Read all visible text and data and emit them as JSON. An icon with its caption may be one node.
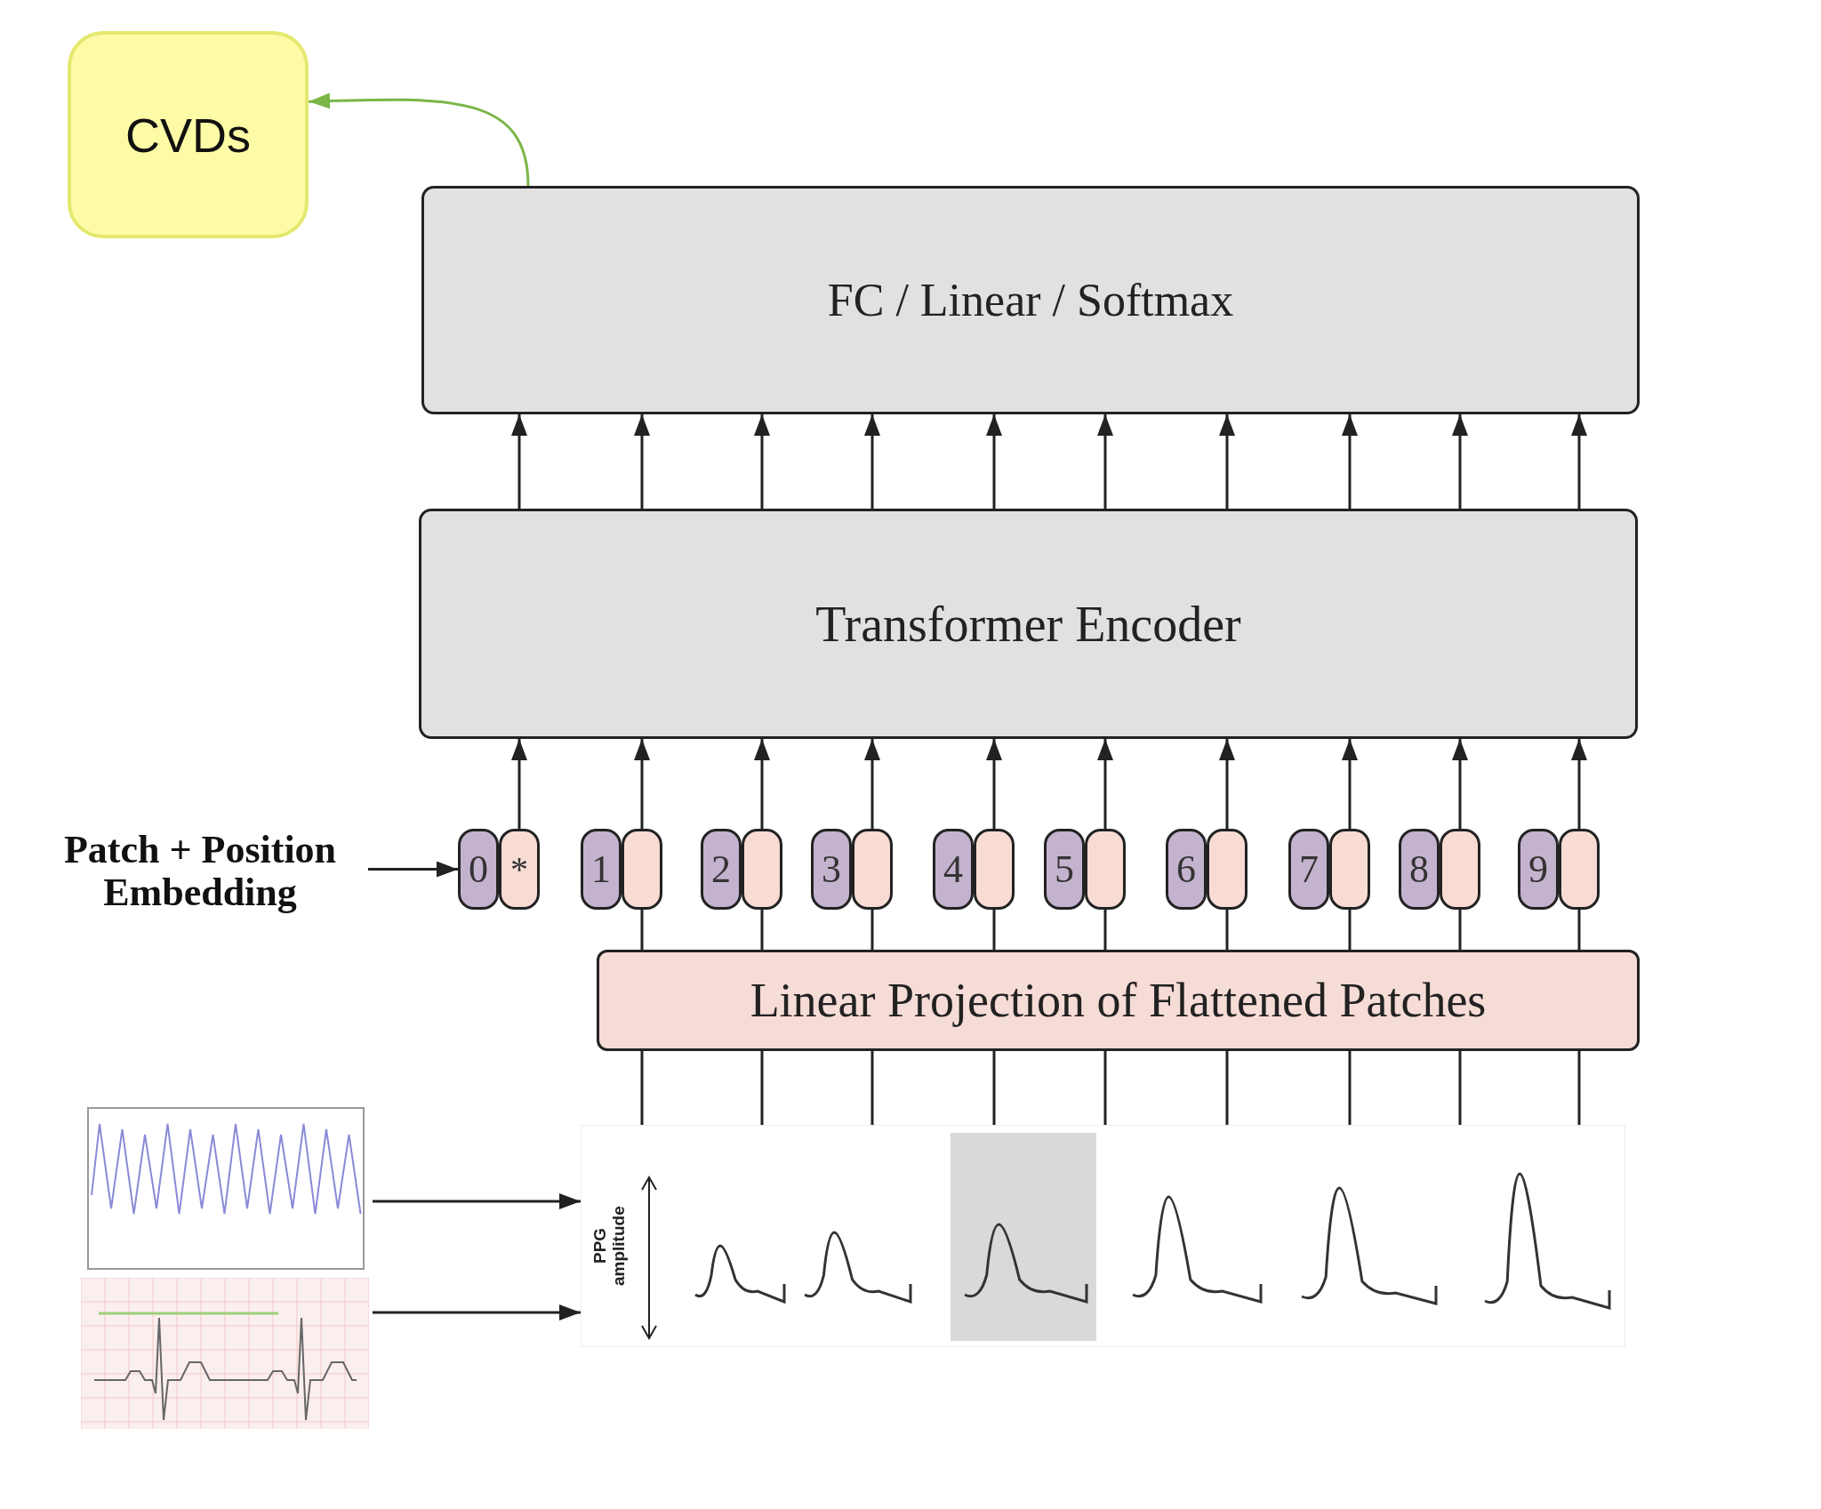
{
  "diagram": {
    "nodes": [
      {
        "text": [
          "CVDs"
        ]
      },
      {
        "text": [
          "FC / Linear / Softmax"
        ]
      },
      {
        "text": [
          "Transformer Encoder"
        ]
      },
      {
        "text": [
          "Patch + Position Embedding"
        ]
      },
      {
        "text": [
          "0"
        ]
      },
      {
        "text": [
          "*"
        ]
      },
      {
        "text": [
          "1"
        ]
      },
      {
        "text": [],
        "shape": "box"
      },
      {
        "text": [
          "2"
        ]
      },
      {
        "text": [],
        "shape": "box"
      },
      {
        "text": [
          "3"
        ]
      },
      {
        "text": [],
        "shape": "box"
      },
      {
        "text": [
          "4"
        ]
      },
      {
        "text": [],
        "shape": "box"
      },
      {
        "text": [
          "5"
        ]
      },
      {
        "text": [],
        "shape": "box"
      },
      {
        "text": [
          "6"
        ]
      },
      {
        "text": [],
        "shape": "box"
      },
      {
        "text": [
          "7"
        ]
      },
      {
        "text": [],
        "shape": "box"
      },
      {
        "text": [
          "8"
        ]
      },
      {
        "text": [],
        "shape": "box"
      },
      {
        "text": [
          "9"
        ]
      },
      {
        "text": [],
        "shape": "box"
      },
      {
        "text": [
          "Linear Projection of Flattened Patches"
        ]
      },
      {
        "text": [],
        "shape": "picture"
      },
      {
        "text": [],
        "shape": "picture"
      },
      {
        "text": [
          "PPG amplitude"
        ]
      }
    ],
    "edges": [
      {
        "from": 1,
        "to": 0,
        "arrow": "to",
        "color": "#7ab648"
      },
      {
        "from": 2,
        "to": 1,
        "arrow": "to"
      },
      {
        "from": 2,
        "to": 1,
        "arrow": "to"
      },
      {
        "from": 2,
        "to": 1,
        "arrow": "to"
      },
      {
        "from": 2,
        "to": 1,
        "arrow": "to"
      },
      {
        "from": 2,
        "to": 1,
        "arrow": "to"
      },
      {
        "from": 2,
        "to": 1,
        "arrow": "to"
      },
      {
        "from": 2,
        "to": 1,
        "arrow": "to"
      },
      {
        "from": 2,
        "to": 1,
        "arrow": "to"
      },
      {
        "from": 2,
        "to": 1,
        "arrow": "to"
      },
      {
        "from": 2,
        "to": 1,
        "arrow": "to"
      },
      {
        "from": 5,
        "to": 2,
        "arrow": "to"
      },
      {
        "from": 7,
        "to": 2,
        "arrow": "to"
      },
      {
        "from": 9,
        "to": 2,
        "arrow": "to"
      },
      {
        "from": 11,
        "to": 2,
        "arrow": "to"
      },
      {
        "from": 13,
        "to": 2,
        "arrow": "to"
      },
      {
        "from": 15,
        "to": 2,
        "arrow": "to"
      },
      {
        "from": 17,
        "to": 2,
        "arrow": "to"
      },
      {
        "from": 19,
        "to": 2,
        "arrow": "to"
      },
      {
        "from": 21,
        "to": 2,
        "arrow": "to"
      },
      {
        "from": 23,
        "to": 2,
        "arrow": "to"
      },
      {
        "from": 24,
        "to": 7,
        "arrow": "none"
      },
      {
        "from": 24,
        "to": 9,
        "arrow": "none"
      },
      {
        "from": 24,
        "to": 11,
        "arrow": "none"
      },
      {
        "from": 24,
        "to": 13,
        "arrow": "none"
      },
      {
        "from": 24,
        "to": 15,
        "arrow": "none"
      },
      {
        "from": 24,
        "to": 17,
        "arrow": "none"
      },
      {
        "from": 24,
        "to": 19,
        "arrow": "none"
      },
      {
        "from": 24,
        "to": 21,
        "arrow": "none"
      },
      {
        "from": 24,
        "to": 23,
        "arrow": "none"
      },
      {
        "from": 27,
        "to": 24,
        "arrow": "none"
      },
      {
        "from": 27,
        "to": 24,
        "arrow": "none"
      },
      {
        "from": 27,
        "to": 24,
        "arrow": "none"
      },
      {
        "from": 27,
        "to": 24,
        "arrow": "none"
      },
      {
        "from": 27,
        "to": 24,
        "arrow": "none"
      },
      {
        "from": 27,
        "to": 24,
        "arrow": "none"
      },
      {
        "from": 27,
        "to": 24,
        "arrow": "none"
      },
      {
        "from": 27,
        "to": 24,
        "arrow": "none"
      },
      {
        "from": 27,
        "to": 24,
        "arrow": "none"
      },
      {
        "from": 3,
        "to": 4,
        "arrow": "to"
      },
      {
        "from": 25,
        "to": 27,
        "arrow": "to"
      },
      {
        "from": 26,
        "to": 27,
        "arrow": "to"
      }
    ]
  }
}
